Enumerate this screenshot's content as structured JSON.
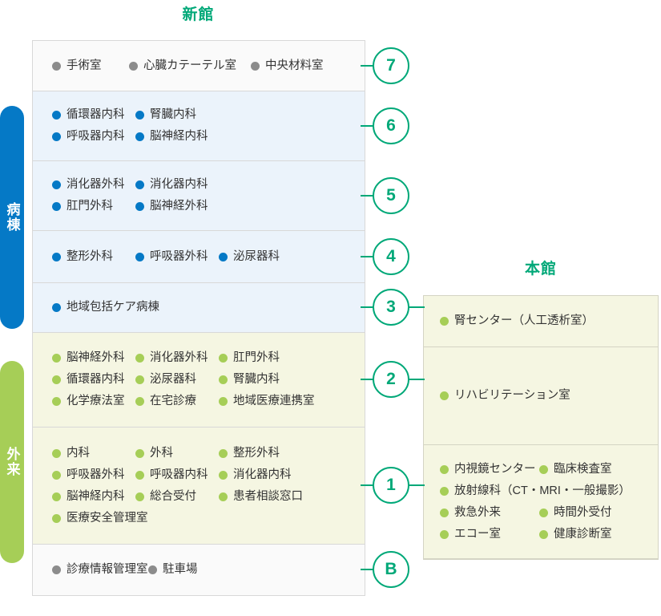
{
  "buildings": {
    "new": {
      "title": "新館"
    },
    "main": {
      "title": "本館"
    }
  },
  "categories": [
    {
      "id": "ward",
      "label": "病棟",
      "color": "#0579c6"
    },
    {
      "id": "outpatient",
      "label": "外来",
      "color": "#a6ce57"
    }
  ],
  "colors": {
    "accent_teal": "#00a878",
    "ward_blue": "#0579c6",
    "outpatient_green": "#a6ce57",
    "neutral_gray": "#8c8c8c",
    "bg_gray": "#fafafa",
    "bg_blue": "#ebf3fb",
    "bg_cream": "#f5f6e2"
  },
  "floors": [
    {
      "marker": "7"
    },
    {
      "marker": "6"
    },
    {
      "marker": "5"
    },
    {
      "marker": "4"
    },
    {
      "marker": "3"
    },
    {
      "marker": "2"
    },
    {
      "marker": "1"
    },
    {
      "marker": "B"
    }
  ],
  "new_building_floors": [
    {
      "marker": "7",
      "dot": "gray",
      "rows": [
        [
          "手術室",
          "心臓カテーテル室",
          "中央材料室"
        ]
      ]
    },
    {
      "marker": "6",
      "dot": "blue",
      "rows": [
        [
          "循環器内科",
          "腎臓内科"
        ],
        [
          "呼吸器内科",
          "脳神経内科"
        ]
      ]
    },
    {
      "marker": "5",
      "dot": "blue",
      "rows": [
        [
          "消化器外科",
          "消化器内科"
        ],
        [
          "肛門外科",
          "脳神経外科"
        ]
      ]
    },
    {
      "marker": "4",
      "dot": "blue",
      "rows": [
        [
          "整形外科",
          "呼吸器外科",
          "泌尿器科"
        ]
      ]
    },
    {
      "marker": "3",
      "dot": "blue",
      "rows": [
        [
          "地域包括ケア病棟"
        ]
      ]
    },
    {
      "marker": "2",
      "dot": "green",
      "rows": [
        [
          "脳神経外科",
          "消化器外科",
          "肛門外科"
        ],
        [
          "循環器内科",
          "泌尿器科",
          "腎臓内科"
        ],
        [
          "化学療法室",
          "在宅診療",
          "地域医療連携室"
        ]
      ]
    },
    {
      "marker": "1",
      "dot": "green",
      "rows": [
        [
          "内科",
          "外科",
          "整形外科"
        ],
        [
          "呼吸器外科",
          "呼吸器内科",
          "消化器内科"
        ],
        [
          "脳神経内科",
          "総合受付",
          "患者相談窓口"
        ],
        [
          "医療安全管理室"
        ]
      ]
    },
    {
      "marker": "B",
      "dot": "gray",
      "rows": [
        [
          "診療情報管理室",
          "駐車場"
        ]
      ]
    }
  ],
  "main_building_floors": [
    {
      "marker": "3",
      "dot": "green",
      "rows": [
        [
          "腎センター（人工透析室）"
        ]
      ]
    },
    {
      "marker": "2",
      "dot": "green",
      "rows": [
        [
          "リハビリテーション室"
        ]
      ]
    },
    {
      "marker": "1",
      "dot": "green",
      "rows": [
        [
          "内視鏡センター",
          "臨床検査室"
        ],
        [
          "放射線科（CT・MRI・一般撮影）"
        ],
        [
          "救急外来",
          "時間外受付"
        ],
        [
          "エコー室",
          "健康診断室"
        ]
      ]
    }
  ]
}
